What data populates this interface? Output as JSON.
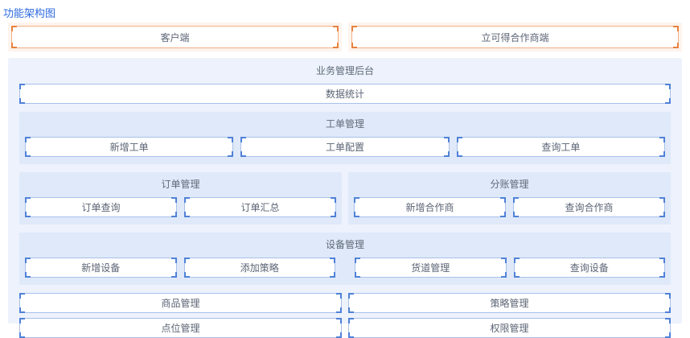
{
  "page": {
    "title": "功能架构图"
  },
  "colors": {
    "title_blue": "#2F6BE0",
    "orange_border": "#F2AE85",
    "orange_corner": "#E8823F",
    "orange_section_bg": "#FDF4ED",
    "blue_border": "#A9C1EA",
    "blue_corner": "#4F81D8",
    "container_bg": "#EDF2FC",
    "panel_bg": "#DFE9F9",
    "node_text": "#5C6575"
  },
  "top_row": {
    "client": "客户端",
    "partner": "立可得合作商端"
  },
  "backend": {
    "title": "业务管理后台",
    "stats": "数据统计",
    "work_order": {
      "title": "工单管理",
      "items": [
        "新增工单",
        "工单配置",
        "查询工单"
      ]
    },
    "order": {
      "title": "订单管理",
      "items": [
        "订单查询",
        "订单汇总"
      ]
    },
    "ledger": {
      "title": "分账管理",
      "items": [
        "新增合作商",
        "查询合作商"
      ]
    },
    "device": {
      "title": "设备管理",
      "items": [
        "新增设备",
        "添加策略",
        "货道管理",
        "查询设备"
      ]
    },
    "bottom": {
      "goods": "商品管理",
      "strategy": "策略管理",
      "location": "点位管理",
      "permission": "权限管理"
    }
  }
}
